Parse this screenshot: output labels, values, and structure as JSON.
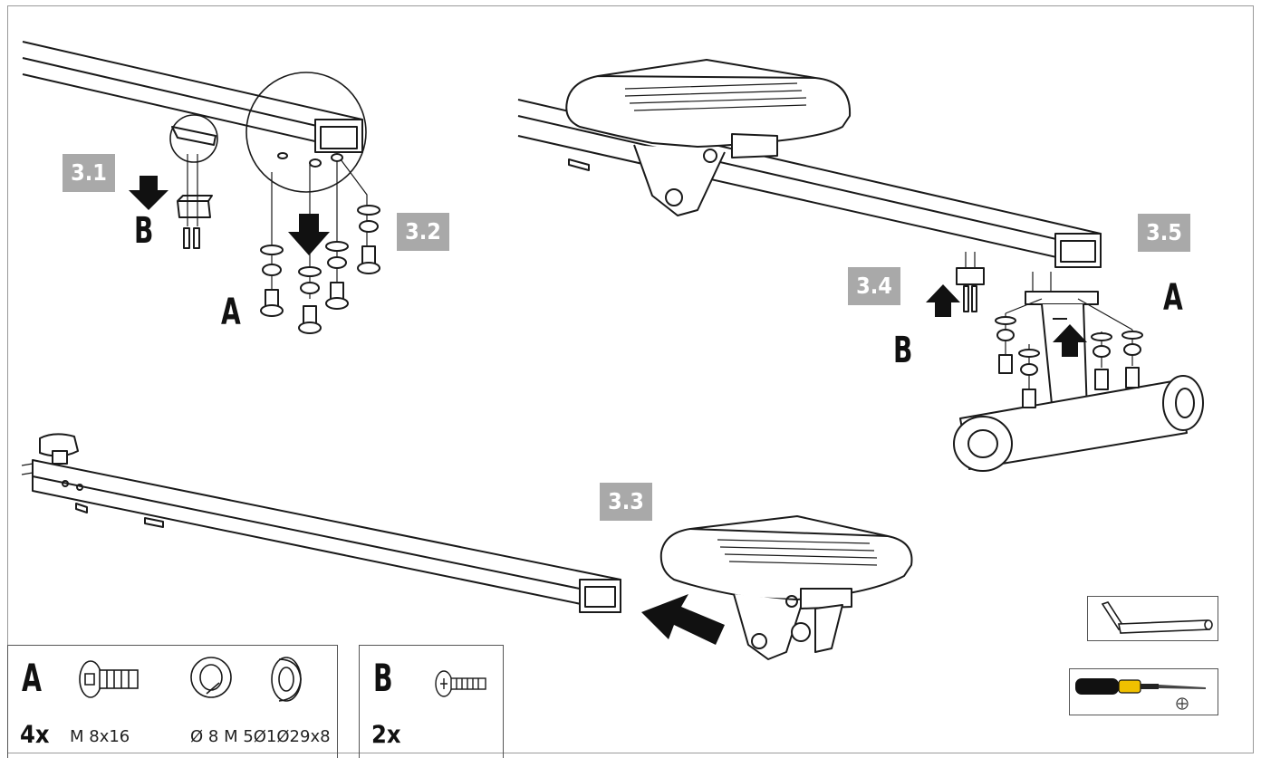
{
  "steps": {
    "s31": "3.1",
    "s32": "3.2",
    "s33": "3.3",
    "s34": "3.4",
    "s35": "3.5"
  },
  "callouts": {
    "b_left": "B",
    "a_left": "A",
    "b_right": "B",
    "a_right": "A"
  },
  "parts_a": {
    "letter": "A",
    "quantity": "4x",
    "bolt_spec": "M 8x16",
    "washer_spec": "Ø 8 M 5Ø1Ø29x8"
  },
  "parts_b": {
    "letter": "B",
    "quantity": "2x"
  },
  "tools": [
    "hex-key-icon",
    "screwdriver-icon"
  ],
  "colors": {
    "step_label_bg": "#a9a9a9",
    "line": "#1a1a1a",
    "screwdriver_handle": "#f0c000"
  }
}
